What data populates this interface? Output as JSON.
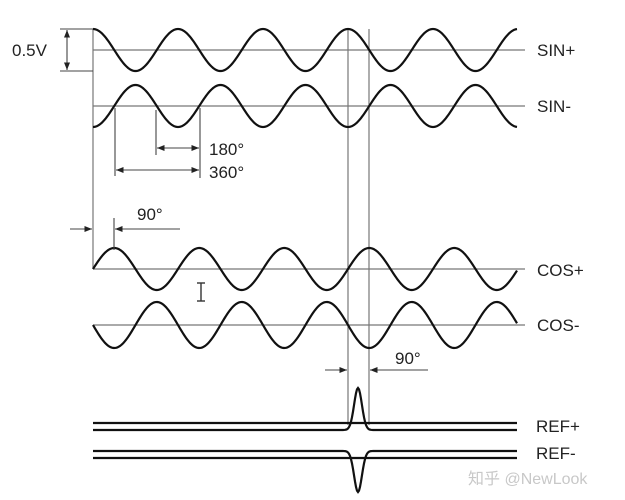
{
  "title": "Resolver signal timing diagram",
  "signals": {
    "sin_plus": "SIN+",
    "sin_minus": "SIN-",
    "cos_plus": "COS+",
    "cos_minus": "COS-",
    "ref_plus": "REF+",
    "ref_minus": "REF-"
  },
  "annotations": {
    "amplitude": "0.5V",
    "half_period": "180°",
    "full_period": "360°",
    "phase_shift_cos": "90°",
    "phase_shift_ref": "90°"
  },
  "watermark": "知乎 @NewLook"
}
